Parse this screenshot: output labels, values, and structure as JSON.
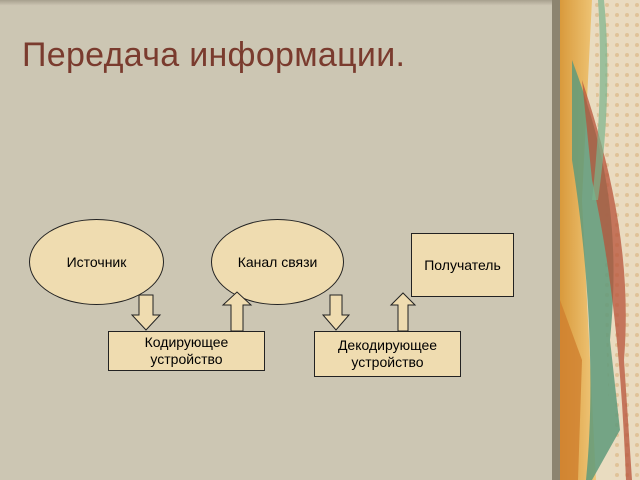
{
  "slide": {
    "title": "Передача информации."
  },
  "diagram": {
    "nodes": {
      "source": "Источник",
      "channel": "Канал связи",
      "receiver": "Получатель",
      "encoder_line1": "Кодирующее",
      "encoder_line2": "устройство",
      "decoder_line1": "Декодирующее",
      "decoder_line2": "устройство"
    }
  },
  "colors": {
    "title": "#7a3b2e",
    "node_fill": "#efdcb0",
    "arrow_fill": "#efdcb0",
    "background": "#ccc6b3"
  }
}
